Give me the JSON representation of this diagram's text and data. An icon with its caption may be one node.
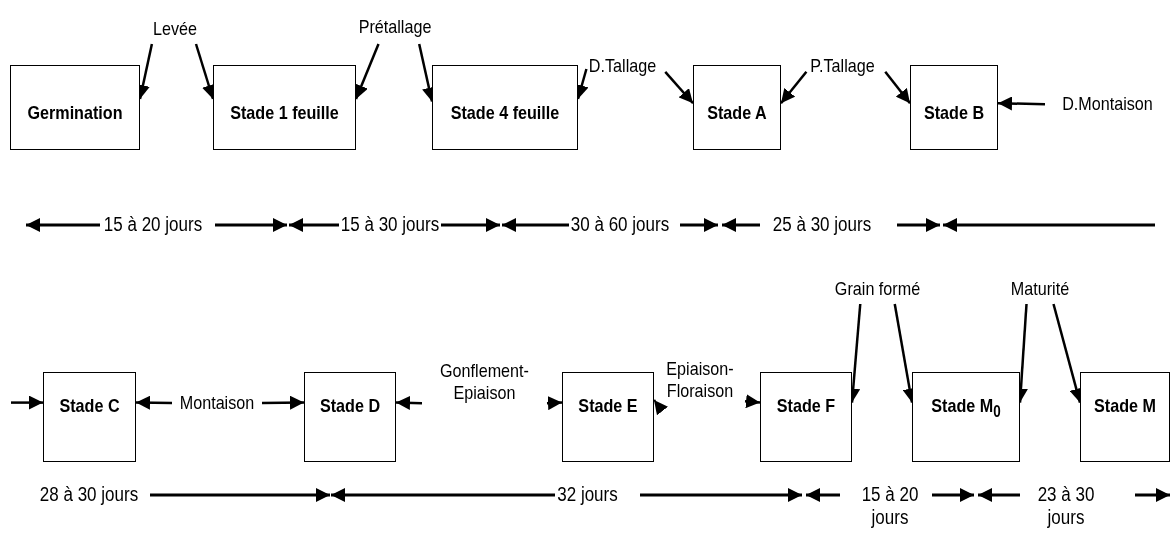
{
  "diagram": {
    "nodes": [
      {
        "text": [
          "Germination"
        ]
      },
      {
        "text": [
          "Stade 1 feuille"
        ]
      },
      {
        "text": [
          "Stade 4 feuille"
        ]
      },
      {
        "text": [
          "Stade A"
        ]
      },
      {
        "text": [
          "Stade B"
        ]
      },
      {
        "text": [
          "Stade C"
        ]
      },
      {
        "text": [
          "Stade D"
        ]
      },
      {
        "text": [
          "Stade E"
        ]
      },
      {
        "text": [
          "Stade F"
        ]
      },
      {
        "text": [
          "Stade M$_{0}$"
        ]
      },
      {
        "text": [
          "Stade M"
        ]
      },
      {
        "text": [
          "Levée"
        ]
      },
      {
        "text": [
          "Prétallage"
        ]
      },
      {
        "text": [
          "D.Tallage"
        ]
      },
      {
        "text": [
          "P.Tallage"
        ]
      },
      {
        "text": [
          "D.Montaison"
        ]
      },
      {
        "text": [
          "Montaison"
        ]
      },
      {
        "text": [
          "Gonflement- Epiaison"
        ]
      },
      {
        "text": [
          "Epiaison- Floraison"
        ]
      },
      {
        "text": [
          "Grain formé"
        ]
      },
      {
        "text": [
          "Maturité"
        ]
      }
    ],
    "edges": [
      {
        "from": 11,
        "to": 0,
        "arrow": "to"
      },
      {
        "from": 11,
        "to": 1,
        "arrow": "to"
      },
      {
        "from": 12,
        "to": 1,
        "arrow": "to"
      },
      {
        "from": 12,
        "to": 2,
        "arrow": "to"
      },
      {
        "from": 13,
        "to": 2,
        "arrow": "to"
      },
      {
        "from": 13,
        "to": 3,
        "arrow": "to"
      },
      {
        "from": 14,
        "to": 3,
        "arrow": "to"
      },
      {
        "from": 14,
        "to": 4,
        "arrow": "to"
      },
      {
        "from": 15,
        "to": 4,
        "arrow": "to"
      },
      {
        "from": null,
        "to": 5,
        "arrow": "to"
      },
      {
        "from": 16,
        "to": 5,
        "arrow": "to"
      },
      {
        "from": 16,
        "to": 6,
        "arrow": "to"
      },
      {
        "from": 17,
        "to": 6,
        "arrow": "to"
      },
      {
        "from": 17,
        "to": 7,
        "arrow": "to"
      },
      {
        "from": 18,
        "to": 7,
        "arrow": "to"
      },
      {
        "from": 18,
        "to": 8,
        "arrow": "to"
      },
      {
        "from": 19,
        "to": 8,
        "arrow": "to"
      },
      {
        "from": 19,
        "to": 9,
        "arrow": "to"
      },
      {
        "from": 20,
        "to": 9,
        "arrow": "to"
      },
      {
        "from": 20,
        "to": 10,
        "arrow": "to"
      }
    ],
    "labels": [
      "15 à 20 jours",
      "15 à 30 jours",
      "30 à 60 jours",
      "25 à 30 jours",
      "28 à 30 jours",
      "32 jours",
      "15 à 20 jours",
      "23 à 30 jours"
    ]
  }
}
